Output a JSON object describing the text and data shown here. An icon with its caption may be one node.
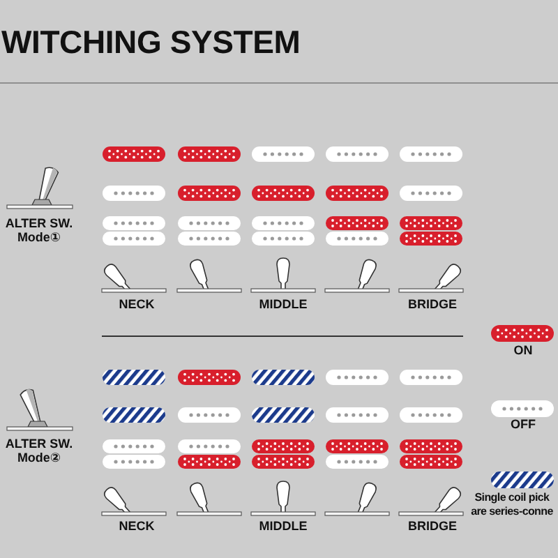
{
  "diagram": {
    "title": "WITCHING SYSTEM",
    "labels": [
      "ALTER SW. Mode①",
      "NECK",
      "MIDDLE",
      "BRIDGE",
      "ALTER SW. Mode②",
      "NECK",
      "MIDDLE",
      "BRIDGE"
    ],
    "legend": [
      {
        "text": "ON"
      },
      {
        "text": "OFF"
      },
      {
        "text": "Single coil pick are series-conne"
      }
    ]
  }
}
